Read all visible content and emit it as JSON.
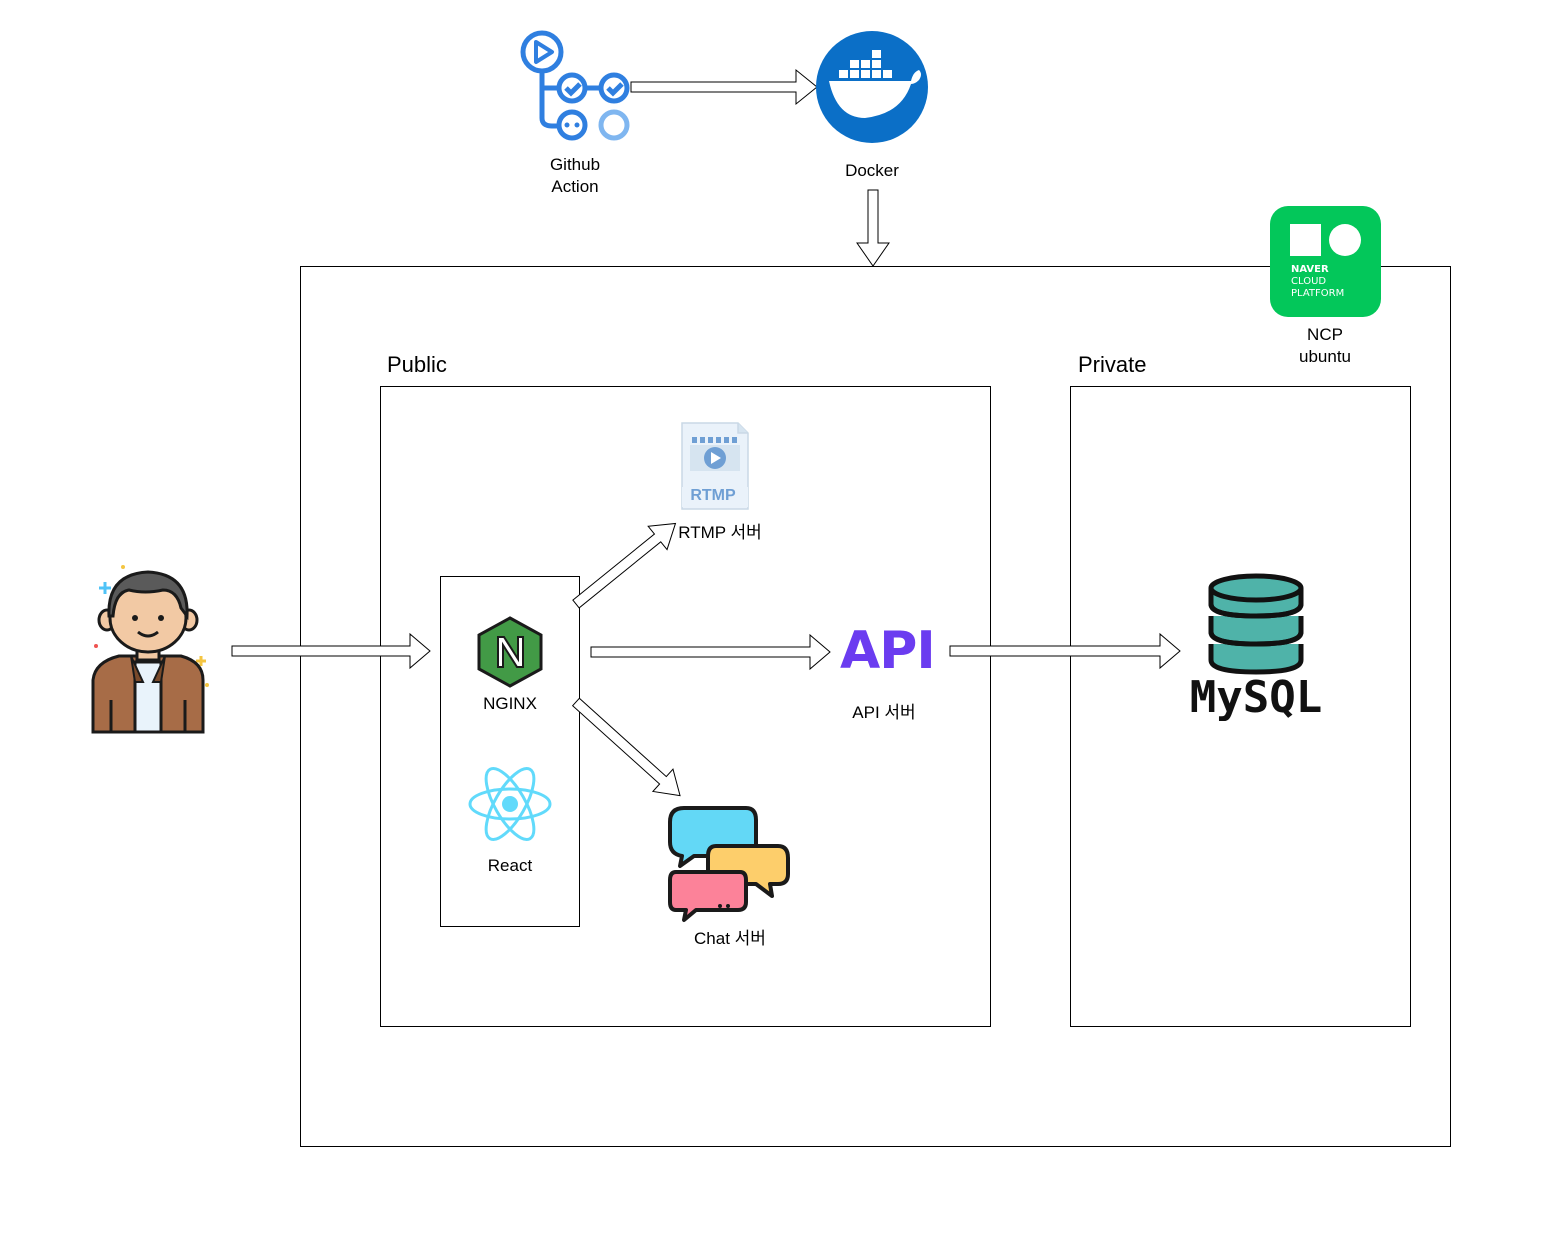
{
  "nodes": {
    "github_action": "Github\nAction",
    "docker": "Docker",
    "ncp": "NCP\nubuntu",
    "ncp_logo": [
      "NAVER",
      "CLOUD",
      "PLATFORM"
    ],
    "nginx": "NGINX",
    "react": "React",
    "rtmp": "RTMP 서버",
    "rtmp_badge": "RTMP",
    "api": "API 서버",
    "api_logo": "API",
    "chat": "Chat 서버",
    "mysql": "MySQL"
  },
  "sections": {
    "public": "Public",
    "private": "Private"
  },
  "colors": {
    "github_blue": "#2f7fe0",
    "docker_blue": "#0b6fc7",
    "ncp_green": "#03c75a",
    "nginx_green": "#429a46",
    "react_cyan": "#61dafb",
    "api_purple": "#6b3cf0",
    "mysql_teal": "#4fb3a9"
  },
  "icons": {
    "user": "user-avatar-icon",
    "github": "github-actions-icon",
    "docker": "docker-whale-icon",
    "ncp": "naver-cloud-platform-icon",
    "nginx": "nginx-icon",
    "react": "react-icon",
    "rtmp": "rtmp-file-icon",
    "api": "api-icon",
    "chat": "chat-bubbles-icon",
    "mysql": "mysql-database-icon"
  }
}
